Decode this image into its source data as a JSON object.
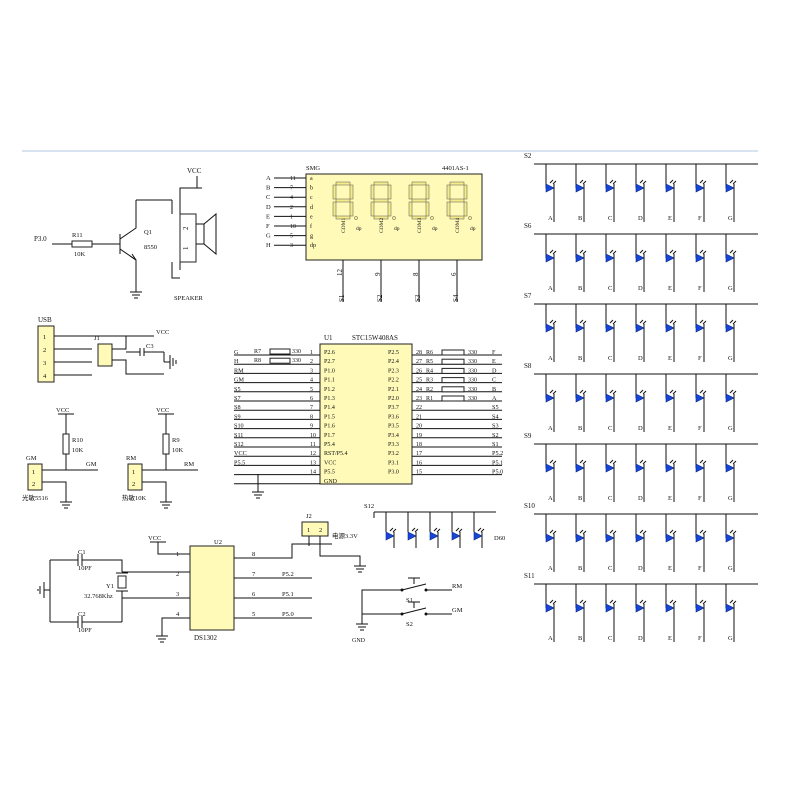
{
  "speaker": {
    "vcc": "VCC",
    "p30": "P3.0",
    "r11": "R11",
    "r11_val": "10K",
    "q1": "Q1",
    "q1_part": "8550",
    "pins": [
      "2",
      "1"
    ],
    "label": "SPEAKER"
  },
  "seg_display": {
    "title": "SMG",
    "part": "4401AS-1",
    "rows": [
      {
        "net": "A",
        "num": "11",
        "pin": "a"
      },
      {
        "net": "B",
        "num": "7",
        "pin": "b"
      },
      {
        "net": "C",
        "num": "4",
        "pin": "c"
      },
      {
        "net": "D",
        "num": "2",
        "pin": "d"
      },
      {
        "net": "E",
        "num": "1",
        "pin": "e"
      },
      {
        "net": "F",
        "num": "10",
        "pin": "f"
      },
      {
        "net": "G",
        "num": "5",
        "pin": "g"
      },
      {
        "net": "H",
        "num": "3",
        "pin": "dp"
      }
    ],
    "digits": [
      {
        "com": "COM1",
        "pin": "12",
        "net": "S1"
      },
      {
        "com": "COM2",
        "pin": "9",
        "net": "S2"
      },
      {
        "com": "COM3",
        "pin": "8",
        "net": "S3"
      },
      {
        "com": "COM4",
        "pin": "6",
        "net": "S4"
      }
    ],
    "dp": "dp"
  },
  "usb": {
    "title": "USB",
    "pins": [
      "1",
      "2",
      "3",
      "4"
    ],
    "j1": "J1",
    "c3": "C3",
    "vcc": "VCC"
  },
  "mcu": {
    "ref": "U1",
    "part": "STC15W408AS",
    "left": [
      {
        "net": "G",
        "r": "R7",
        "rv": "330",
        "num": "1",
        "pin": "P2.6"
      },
      {
        "net": "H",
        "r": "R8",
        "rv": "330",
        "num": "2",
        "pin": "P2.7"
      },
      {
        "net": "RM",
        "r": "",
        "rv": "",
        "num": "3",
        "pin": "P1.0"
      },
      {
        "net": "GM",
        "r": "",
        "rv": "",
        "num": "4",
        "pin": "P1.1"
      },
      {
        "net": "S5",
        "r": "",
        "rv": "",
        "num": "5",
        "pin": "P1.2"
      },
      {
        "net": "S7",
        "r": "",
        "rv": "",
        "num": "6",
        "pin": "P1.3"
      },
      {
        "net": "S8",
        "r": "",
        "rv": "",
        "num": "7",
        "pin": "P1.4"
      },
      {
        "net": "S9",
        "r": "",
        "rv": "",
        "num": "8",
        "pin": "P1.5"
      },
      {
        "net": "S10",
        "r": "",
        "rv": "",
        "num": "9",
        "pin": "P1.6"
      },
      {
        "net": "S11",
        "r": "",
        "rv": "",
        "num": "10",
        "pin": "P1.7"
      },
      {
        "net": "S12",
        "r": "",
        "rv": "",
        "num": "11",
        "pin": "P5.4"
      },
      {
        "net": "VCC",
        "r": "",
        "rv": "",
        "num": "12",
        "pin": "RST/P5.4"
      },
      {
        "net": "P5.5",
        "r": "",
        "rv": "",
        "num": "13",
        "pin": "VCC"
      },
      {
        "net": "",
        "r": "",
        "rv": "",
        "num": "14",
        "pin": "P5.5"
      },
      {
        "net": "",
        "r": "",
        "rv": "",
        "num": "",
        "pin": "GND"
      }
    ],
    "right": [
      {
        "pin": "P2.5",
        "num": "28",
        "r": "R6",
        "rv": "330",
        "net": "F"
      },
      {
        "pin": "P2.4",
        "num": "27",
        "r": "R5",
        "rv": "330",
        "net": "E"
      },
      {
        "pin": "P2.3",
        "num": "26",
        "r": "R4",
        "rv": "330",
        "net": "D"
      },
      {
        "pin": "P2.2",
        "num": "25",
        "r": "R3",
        "rv": "330",
        "net": "C"
      },
      {
        "pin": "P2.1",
        "num": "24",
        "r": "R2",
        "rv": "330",
        "net": "B"
      },
      {
        "pin": "P2.0",
        "num": "23",
        "r": "R1",
        "rv": "330",
        "net": "A"
      },
      {
        "pin": "P3.7",
        "num": "22",
        "r": "",
        "rv": "",
        "net": "S5"
      },
      {
        "pin": "P3.6",
        "num": "21",
        "r": "",
        "rv": "",
        "net": "S4"
      },
      {
        "pin": "P3.5",
        "num": "20",
        "r": "",
        "rv": "",
        "net": "S3"
      },
      {
        "pin": "P3.4",
        "num": "19",
        "r": "",
        "rv": "",
        "net": "S2"
      },
      {
        "pin": "P3.3",
        "num": "18",
        "r": "",
        "rv": "",
        "net": "S1"
      },
      {
        "pin": "P3.2",
        "num": "17",
        "r": "",
        "rv": "",
        "net": "P5.2"
      },
      {
        "pin": "P3.1",
        "num": "16",
        "r": "",
        "rv": "",
        "net": "P5.1"
      },
      {
        "pin": "P3.0",
        "num": "15",
        "r": "",
        "rv": "",
        "net": "P5.0"
      }
    ]
  },
  "sensors": {
    "r10": "R10",
    "r10_val": "10K",
    "r9": "R9",
    "r9_val": "10K",
    "vcc1": "VCC",
    "vcc2": "VCC",
    "gm": "GM",
    "gm_net": "GM",
    "rm": "RM",
    "rm_net": "RM",
    "gm_pins": [
      "1",
      "2"
    ],
    "rm_pins": [
      "1",
      "2"
    ],
    "gm_part": "光敏5516",
    "rm_part": "热敏10K"
  },
  "j2": {
    "ref": "J2",
    "pins": [
      "1",
      "2"
    ],
    "label": "电源3.3V"
  },
  "rtc": {
    "vcc": "VCC",
    "c1": "C1",
    "c1_val": "10PF",
    "y1": "Y1",
    "y1_val": "32.768Khz",
    "c2": "C2",
    "c2_val": "10PF",
    "ref": "U2",
    "part": "DS1302",
    "left_pins": [
      "1",
      "2",
      "3",
      "4"
    ],
    "right_pins": [
      "8",
      "7",
      "6",
      "5"
    ],
    "nets": [
      "P5.2",
      "P5.1",
      "P5.0"
    ]
  },
  "led_row": {
    "ref": "S12",
    "end": "D60"
  },
  "switches": {
    "s1": "S1",
    "s2": "S2",
    "rm": "RM",
    "gm": "GM",
    "gnd": "GND"
  },
  "matrix": {
    "rows": [
      "S2",
      "S6",
      "S7",
      "S8",
      "S9",
      "S10",
      "S11"
    ],
    "cols": [
      "A",
      "B",
      "C",
      "D",
      "E",
      "F",
      "G"
    ]
  },
  "colors": {
    "ic_fill": "#fffab8",
    "led": "#1846d6",
    "wire": "#111111"
  }
}
